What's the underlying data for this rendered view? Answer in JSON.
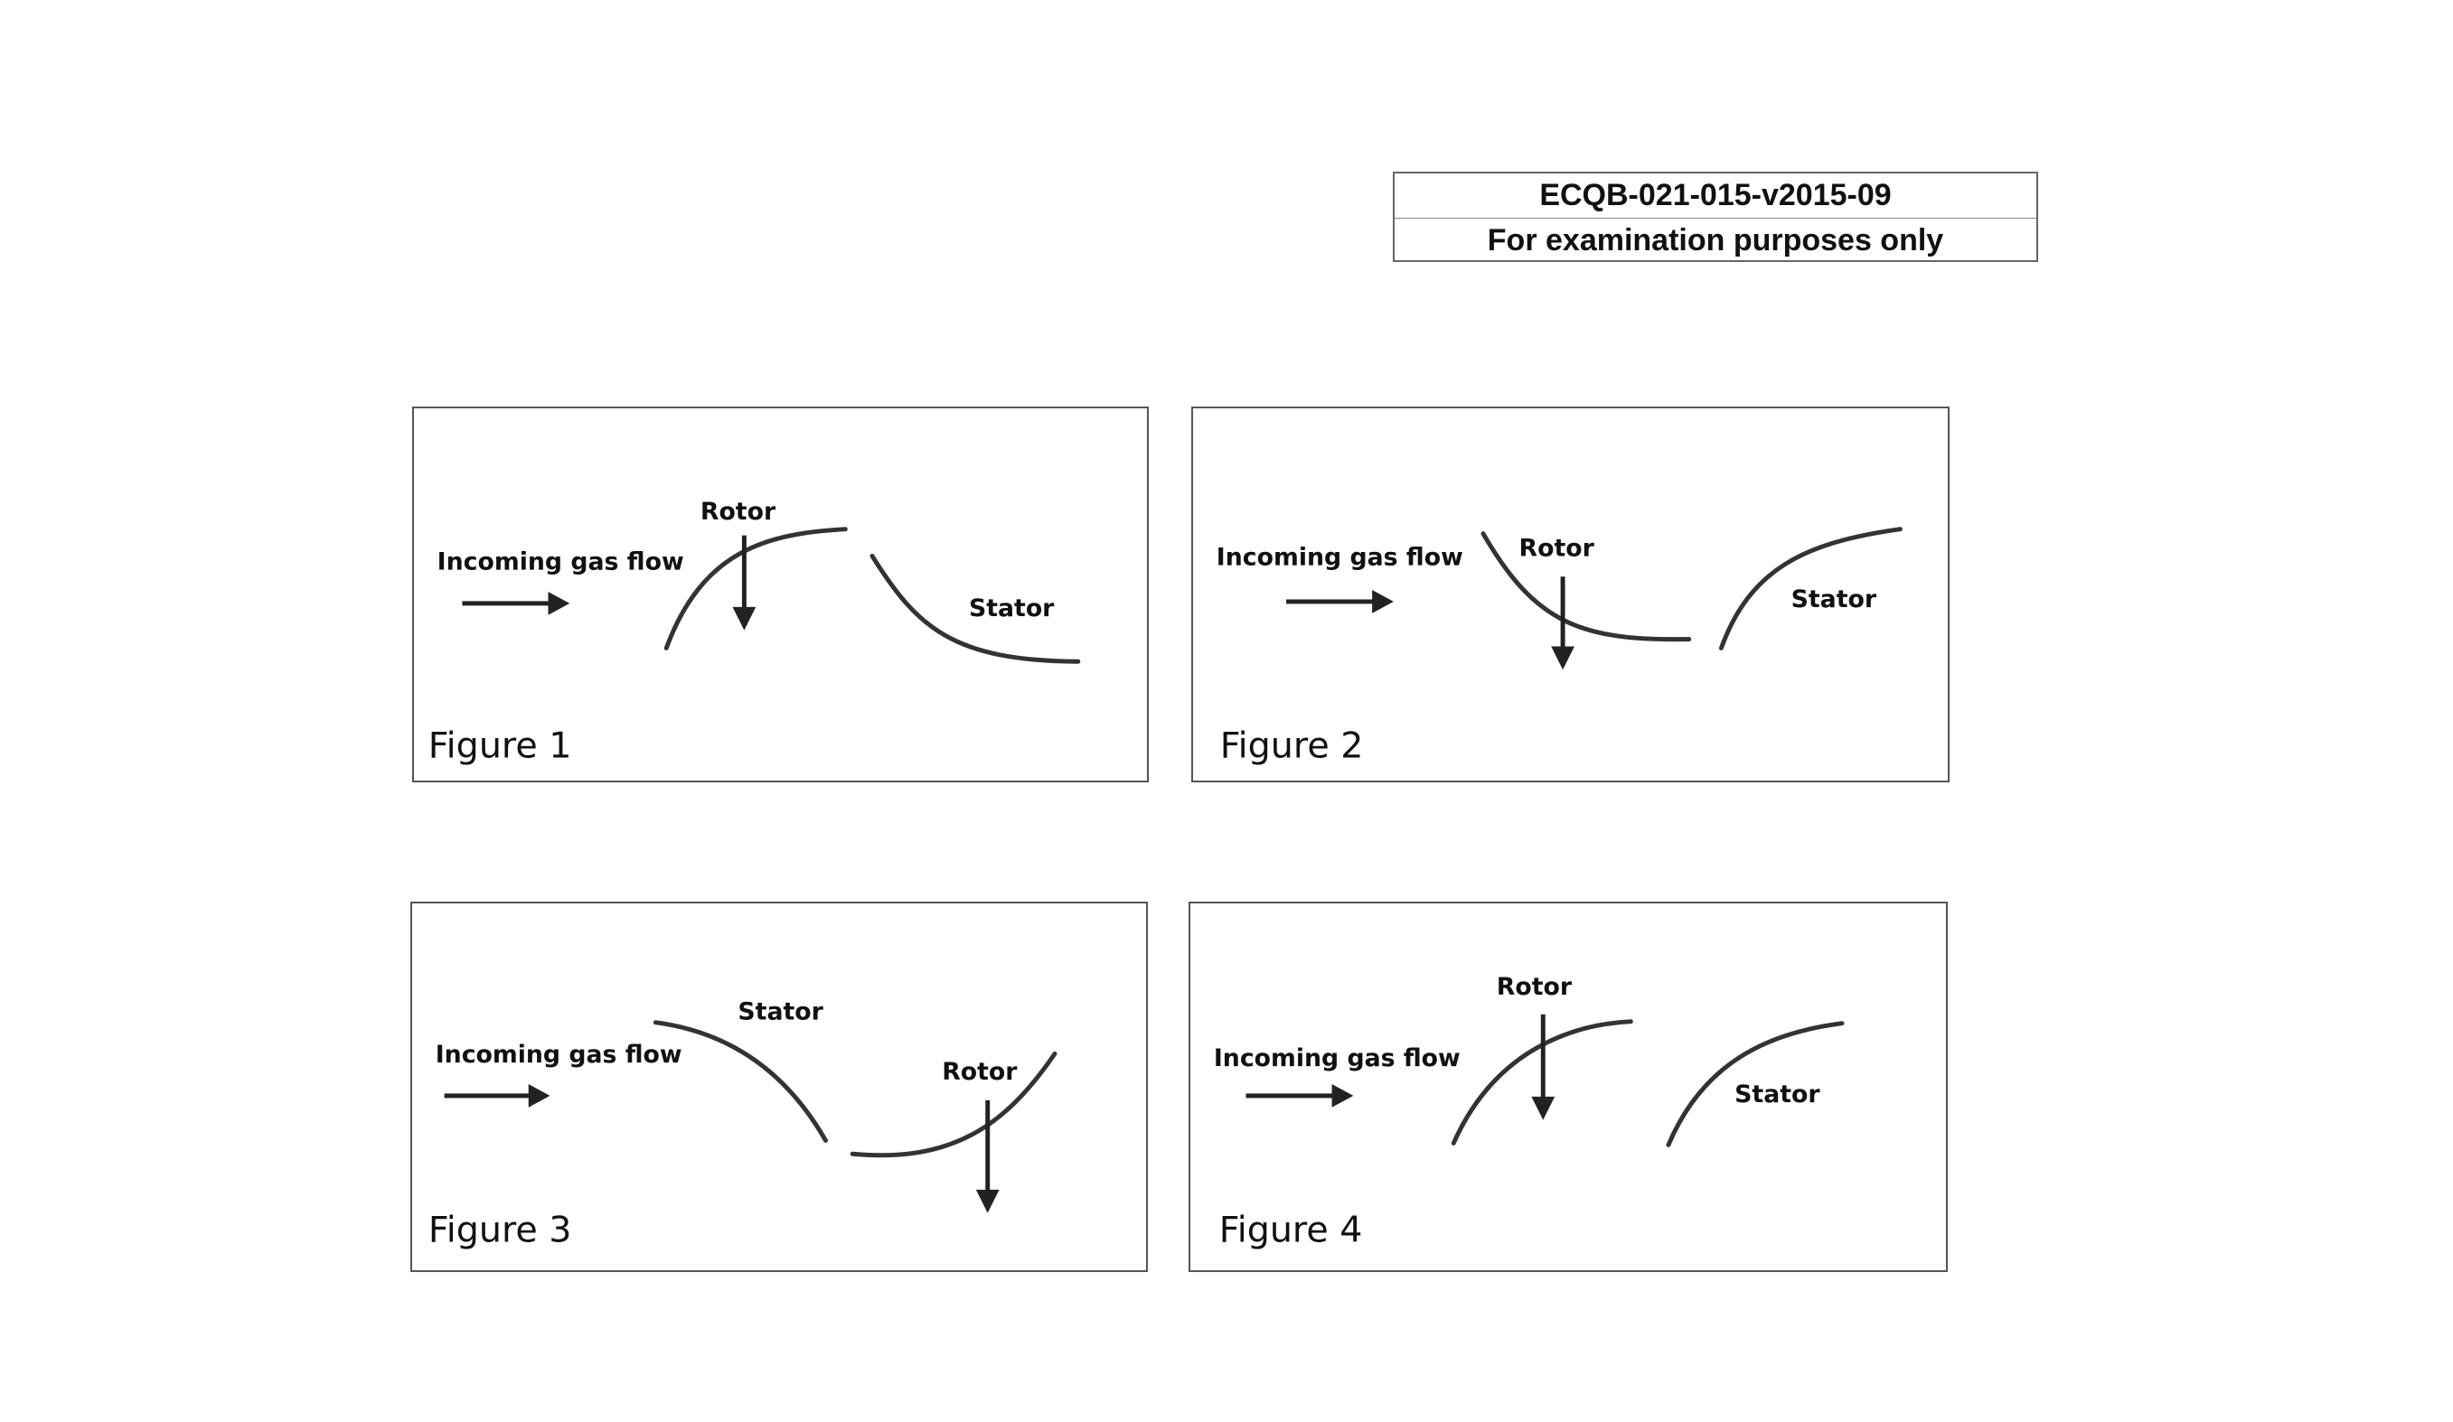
{
  "header": {
    "code": "ECQB-021-015-v2015-09",
    "notice": "For examination purposes only"
  },
  "figures": [
    {
      "caption": "Figure 1",
      "flow_label": "Incoming gas flow",
      "rotor_label": "Rotor",
      "stator_label": "Stator"
    },
    {
      "caption": "Figure 2",
      "flow_label": "Incoming gas flow",
      "rotor_label": "Rotor",
      "stator_label": "Stator"
    },
    {
      "caption": "Figure 3",
      "flow_label": "Incoming gas flow",
      "rotor_label": "Rotor",
      "stator_label": "Stator"
    },
    {
      "caption": "Figure 4",
      "flow_label": "Incoming gas flow",
      "rotor_label": "Rotor",
      "stator_label": "Stator"
    }
  ]
}
